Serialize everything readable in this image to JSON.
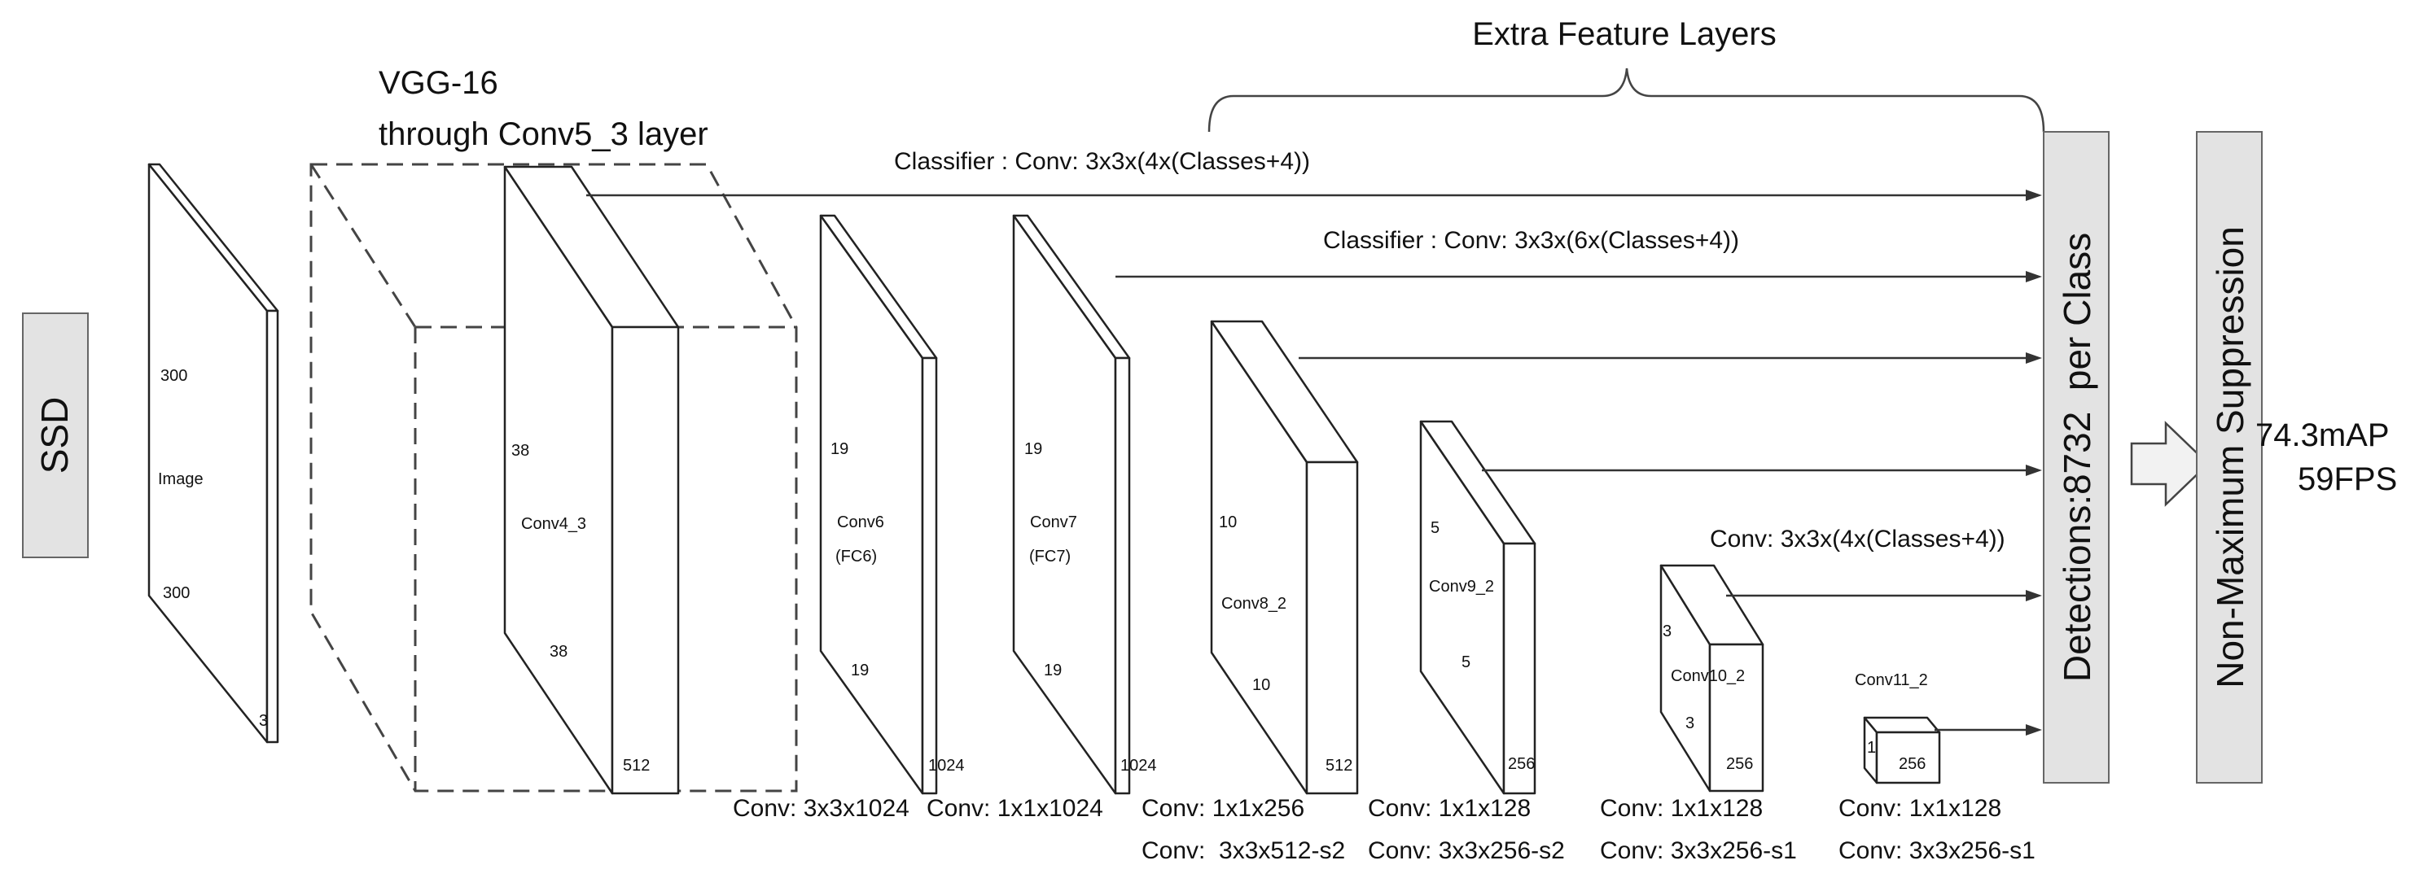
{
  "title_ssd": "SSD",
  "vgg": {
    "line1": "VGG-16",
    "line2": "through Conv5_3 layer"
  },
  "extra_layers_label": "Extra Feature Layers",
  "classifiers": {
    "top": "Classifier : Conv: 3x3x(4x(Classes+4))",
    "second": "Classifier : Conv: 3x3x(6x(Classes+4))",
    "third": "Conv: 3x3x(4x(Classes+4))"
  },
  "image_block": {
    "name": "Image",
    "width": "300",
    "height": "300",
    "depth": "3"
  },
  "layers": [
    {
      "id": "conv4_3",
      "name": "Conv4_3",
      "name2": "",
      "size_a": "38",
      "size_b": "38",
      "depth": "512",
      "op1": "",
      "op2": ""
    },
    {
      "id": "conv6",
      "name": "Conv6",
      "name2": "(FC6)",
      "size_a": "19",
      "size_b": "19",
      "depth": "1024",
      "op1": "Conv: 3x3x1024",
      "op2": ""
    },
    {
      "id": "conv7",
      "name": "Conv7",
      "name2": "(FC7)",
      "size_a": "19",
      "size_b": "19",
      "depth": "1024",
      "op1": "Conv: 1x1x1024",
      "op2": ""
    },
    {
      "id": "conv8_2",
      "name": "Conv8_2",
      "name2": "",
      "size_a": "10",
      "size_b": "10",
      "depth": "512",
      "op1": "Conv: 1x1x256",
      "op2": "Conv:  3x3x512-s2"
    },
    {
      "id": "conv9_2",
      "name": "Conv9_2",
      "name2": "",
      "size_a": "5",
      "size_b": "5",
      "depth": "256",
      "op1": "Conv: 1x1x128",
      "op2": "Conv: 3x3x256-s2"
    },
    {
      "id": "conv10_2",
      "name": "Conv10_2",
      "name2": "",
      "size_a": "3",
      "size_b": "3",
      "depth": "256",
      "op1": "Conv: 1x1x128",
      "op2": "Conv: 3x3x256-s1"
    },
    {
      "id": "conv11_2",
      "name": "Conv11_2",
      "name2": "",
      "size_a": "1",
      "size_b": "",
      "depth": "256",
      "op1": "Conv: 1x1x128",
      "op2": "Conv: 3x3x256-s1"
    }
  ],
  "detections_label": "Detections:8732  per Class",
  "nms_label": "Non-Maximum Suppression",
  "result": {
    "map": "74.3mAP",
    "fps": "59FPS"
  }
}
